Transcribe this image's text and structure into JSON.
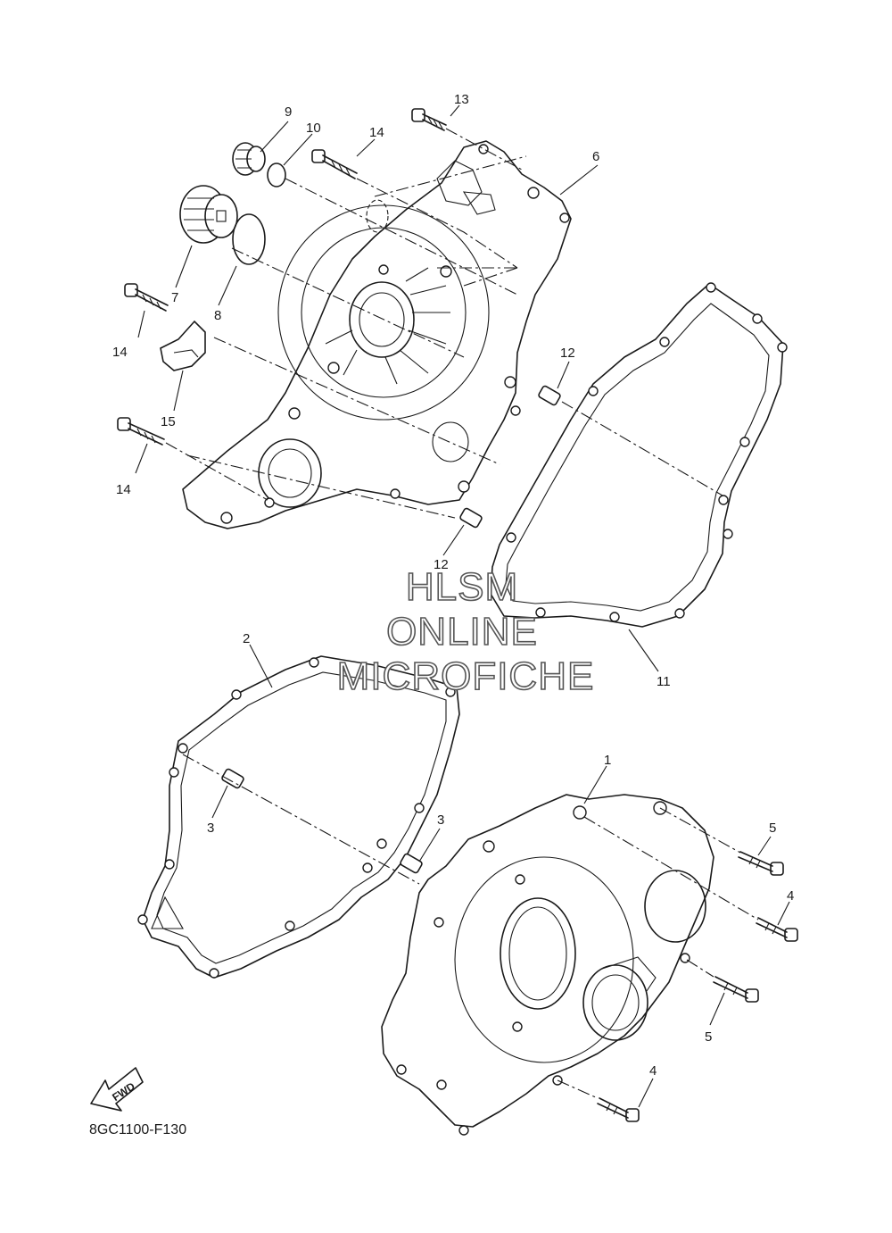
{
  "diagram": {
    "code": "8GC1100-F130",
    "watermark": [
      "HLSM",
      "ONLINE",
      "MICROFICHE"
    ],
    "fwd_label": "FWD",
    "callouts": [
      "1",
      "2",
      "3",
      "3",
      "4",
      "4",
      "5",
      "5",
      "6",
      "7",
      "8",
      "9",
      "10",
      "11",
      "12",
      "12",
      "13",
      "14",
      "14",
      "14",
      "15"
    ]
  }
}
